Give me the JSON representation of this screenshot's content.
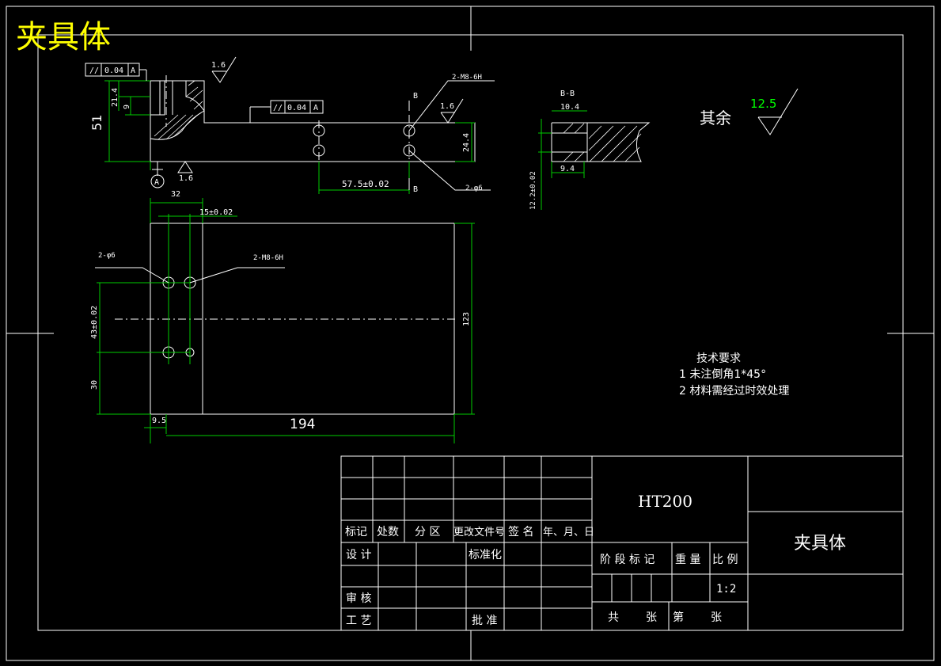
{
  "sheet_title": "夹具体",
  "colors": {
    "background": "#000000",
    "line": "#ffffff",
    "dimension": "#00cc00",
    "title": "#ffff00",
    "roughness": "#00ff00"
  },
  "front_view": {
    "geometric_tolerance_1": {
      "symbol": "//",
      "value": "0.04",
      "datum": "A"
    },
    "geometric_tolerance_2": {
      "symbol": "//",
      "value": "0.04",
      "datum": "A"
    },
    "roughness_top": "1.6",
    "roughness_right": "1.6",
    "roughness_bottom": "1.6",
    "dim_height": "51",
    "dim_21_4": "21.4",
    "dim_9": "9",
    "dim_24_4": "24.4",
    "dim_57_5": "57.5±0.02",
    "thread_callout": "2-M8-6H",
    "hole_callout": "2-φ6",
    "section_mark": "B",
    "datum_label": "A"
  },
  "section_view": {
    "title": "B-B",
    "dim_10_4": "10.4",
    "dim_9_4": "9.4",
    "dim_12_2": "12.2±0.02"
  },
  "top_view": {
    "dim_32": "32",
    "dim_15": "15±0.02",
    "hole_callout": "2-φ6",
    "thread_callout": "2-M8-6H",
    "dim_43": "43±0.02",
    "dim_30": "30",
    "dim_123": "123",
    "dim_9_5": "9.5",
    "dim_194": "194"
  },
  "roughness_other": {
    "label": "其余",
    "value": "12.5"
  },
  "tech_requirements": {
    "title": "技术要求",
    "items": [
      "1 未注倒角1*45°",
      "2 材料需经过时效处理"
    ]
  },
  "title_block": {
    "material": "HT200",
    "part_name": "夹具体",
    "scale": "1:2",
    "headers": {
      "mark": "标记",
      "count": "处数",
      "zone": "分 区",
      "change_doc": "更改文件号",
      "signature": "签 名",
      "date": "年、月、日",
      "design": "设 计",
      "standardize": "标准化",
      "review": "审 核",
      "process": "工 艺",
      "approve": "批 准",
      "stage_mark": "阶 段 标 记",
      "weight": "重 量",
      "ratio": "比 例",
      "total": "共",
      "sheets1": "张",
      "sheet_no": "第",
      "sheets2": "张"
    }
  }
}
